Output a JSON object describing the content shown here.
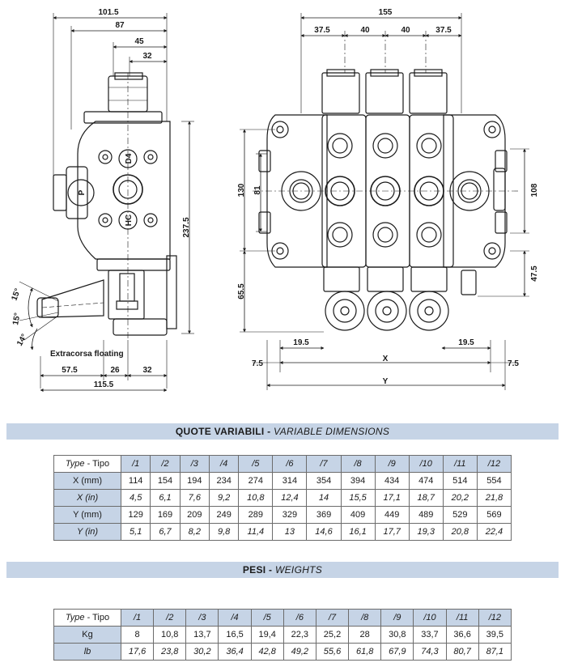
{
  "drawing": {
    "side_view": {
      "dim_overall_width": "101.5",
      "dim_87": "87",
      "dim_45": "45",
      "dim_32_top": "32",
      "dim_height": "237.5",
      "port_p": "P",
      "port_d4": "D4",
      "port_hc": "HC",
      "angle_15_a": "15°",
      "angle_15_b": "15°",
      "angle_14": "14°",
      "float_note": "Extracorsa floating",
      "dim_57_5": "57.5",
      "dim_26": "26",
      "dim_32_bottom": "32",
      "dim_115_5": "115.5"
    },
    "front_view": {
      "dim_155": "155",
      "dim_37_5_left": "37.5",
      "dim_40_a": "40",
      "dim_40_b": "40",
      "dim_37_5_right": "37.5",
      "dim_130": "130",
      "dim_81": "81",
      "dim_108": "108",
      "dim_47_5": "47.5",
      "dim_65_5": "65.5",
      "dim_19_5_left": "19.5",
      "dim_19_5_right": "19.5",
      "dim_7_5_left": "7.5",
      "dim_7_5_right": "7.5",
      "label_x": "X",
      "label_y": "Y"
    }
  },
  "variable_dimensions": {
    "title_main": "QUOTE VARIABILI - ",
    "title_italic": "VARIABLE DIMENSIONS",
    "header_type": "Type",
    "header_tipo": " - Tipo",
    "columns": [
      "/1",
      "/2",
      "/3",
      "/4",
      "/5",
      "/6",
      "/7",
      "/8",
      "/9",
      "/10",
      "/11",
      "/12"
    ],
    "rows": [
      {
        "label": "X (mm)",
        "italic": false,
        "values": [
          "114",
          "154",
          "194",
          "234",
          "274",
          "314",
          "354",
          "394",
          "434",
          "474",
          "514",
          "554"
        ]
      },
      {
        "label": "X (in)",
        "italic": true,
        "values": [
          "4,5",
          "6,1",
          "7,6",
          "9,2",
          "10,8",
          "12,4",
          "14",
          "15,5",
          "17,1",
          "18,7",
          "20,2",
          "21,8"
        ]
      },
      {
        "label": "Y (mm)",
        "italic": false,
        "values": [
          "129",
          "169",
          "209",
          "249",
          "289",
          "329",
          "369",
          "409",
          "449",
          "489",
          "529",
          "569"
        ]
      },
      {
        "label": "Y (in)",
        "italic": true,
        "values": [
          "5,1",
          "6,7",
          "8,2",
          "9,8",
          "11,4",
          "13",
          "14,6",
          "16,1",
          "17,7",
          "19,3",
          "20,8",
          "22,4"
        ]
      }
    ]
  },
  "weights": {
    "title_main": "PESI - ",
    "title_italic": "WEIGHTS",
    "header_type": "Type",
    "header_tipo": " - Tipo",
    "columns": [
      "/1",
      "/2",
      "/3",
      "/4",
      "/5",
      "/6",
      "/7",
      "/8",
      "/9",
      "/10",
      "/11",
      "/12"
    ],
    "rows": [
      {
        "label": "Kg",
        "italic": false,
        "values": [
          "8",
          "10,8",
          "13,7",
          "16,5",
          "19,4",
          "22,3",
          "25,2",
          "28",
          "30,8",
          "33,7",
          "36,6",
          "39,5"
        ]
      },
      {
        "label": "lb",
        "italic": true,
        "values": [
          "17,6",
          "23,8",
          "30,2",
          "36,4",
          "42,8",
          "49,2",
          "55,6",
          "61,8",
          "67,9",
          "74,3",
          "80,7",
          "87,1"
        ]
      }
    ]
  }
}
